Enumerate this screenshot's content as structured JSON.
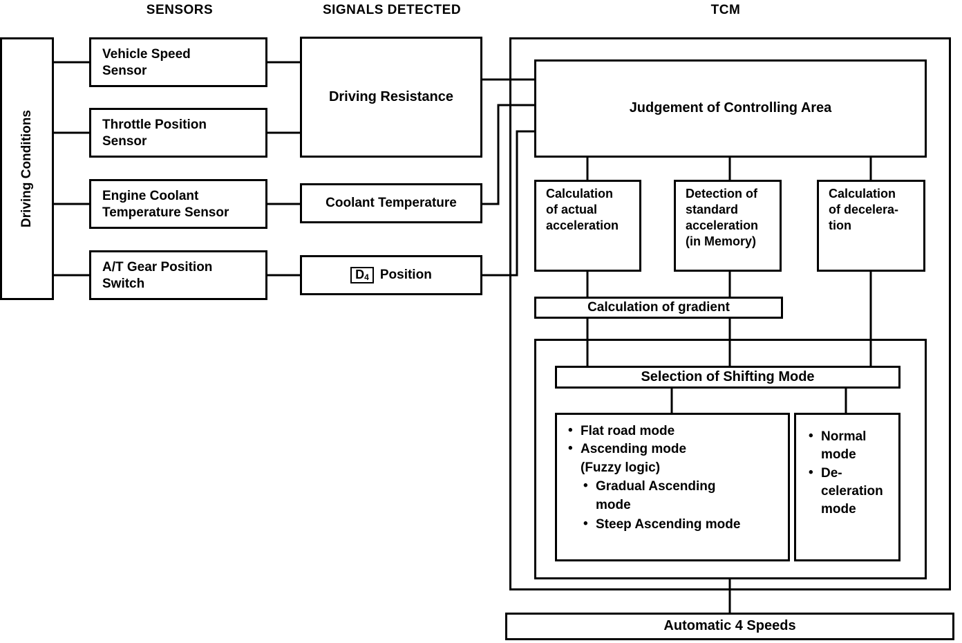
{
  "headers": {
    "sensors": "SENSORS",
    "signals": "SIGNALS DETECTED",
    "tcm": "TCM"
  },
  "driving_conditions": {
    "label": "Driving Conditions"
  },
  "sensors": [
    {
      "label": "Vehicle Speed\nSensor"
    },
    {
      "label": "Throttle Position\nSensor"
    },
    {
      "label": "Engine Coolant\nTemperature Sensor"
    },
    {
      "label": "A/T Gear Position\nSwitch"
    }
  ],
  "signals": [
    {
      "label": "Driving Resistance"
    },
    {
      "label": "Coolant Temperature"
    },
    {
      "label": "Position",
      "prefix_chip": "D",
      "prefix_sub": "4"
    }
  ],
  "tcm": {
    "judgement": "Judgement of Controlling Area",
    "calc_actual": "Calculation\nof actual\nacceleration",
    "detection_standard": "Detection of\nstandard\nacceleration\n(in Memory)",
    "calc_deceleration": "Calculation\nof decelera-\ntion",
    "calc_gradient": "Calculation of gradient",
    "selection": "Selection of Shifting Mode",
    "mode_list_left": [
      {
        "text": "Flat road mode",
        "bullet": true,
        "sub": false
      },
      {
        "text": "Ascending mode",
        "bullet": true,
        "sub": false
      },
      {
        "text": "(Fuzzy logic)",
        "bullet": false,
        "sub": false
      },
      {
        "text": "Gradual Ascending",
        "bullet": true,
        "sub": true
      },
      {
        "text": "mode",
        "bullet": false,
        "sub": true
      },
      {
        "text": "Steep Ascending mode",
        "bullet": true,
        "sub": true
      }
    ],
    "mode_list_right": [
      {
        "text": "Normal",
        "bullet": true,
        "sub": false
      },
      {
        "text": "mode",
        "bullet": false,
        "sub": false
      },
      {
        "text": "De-",
        "bullet": true,
        "sub": false
      },
      {
        "text": "celeration",
        "bullet": false,
        "sub": false
      },
      {
        "text": "mode",
        "bullet": false,
        "sub": false
      }
    ]
  },
  "output": {
    "label": "Automatic 4 Speeds"
  },
  "colors": {
    "ink": "#000000",
    "paper": "#ffffff"
  }
}
